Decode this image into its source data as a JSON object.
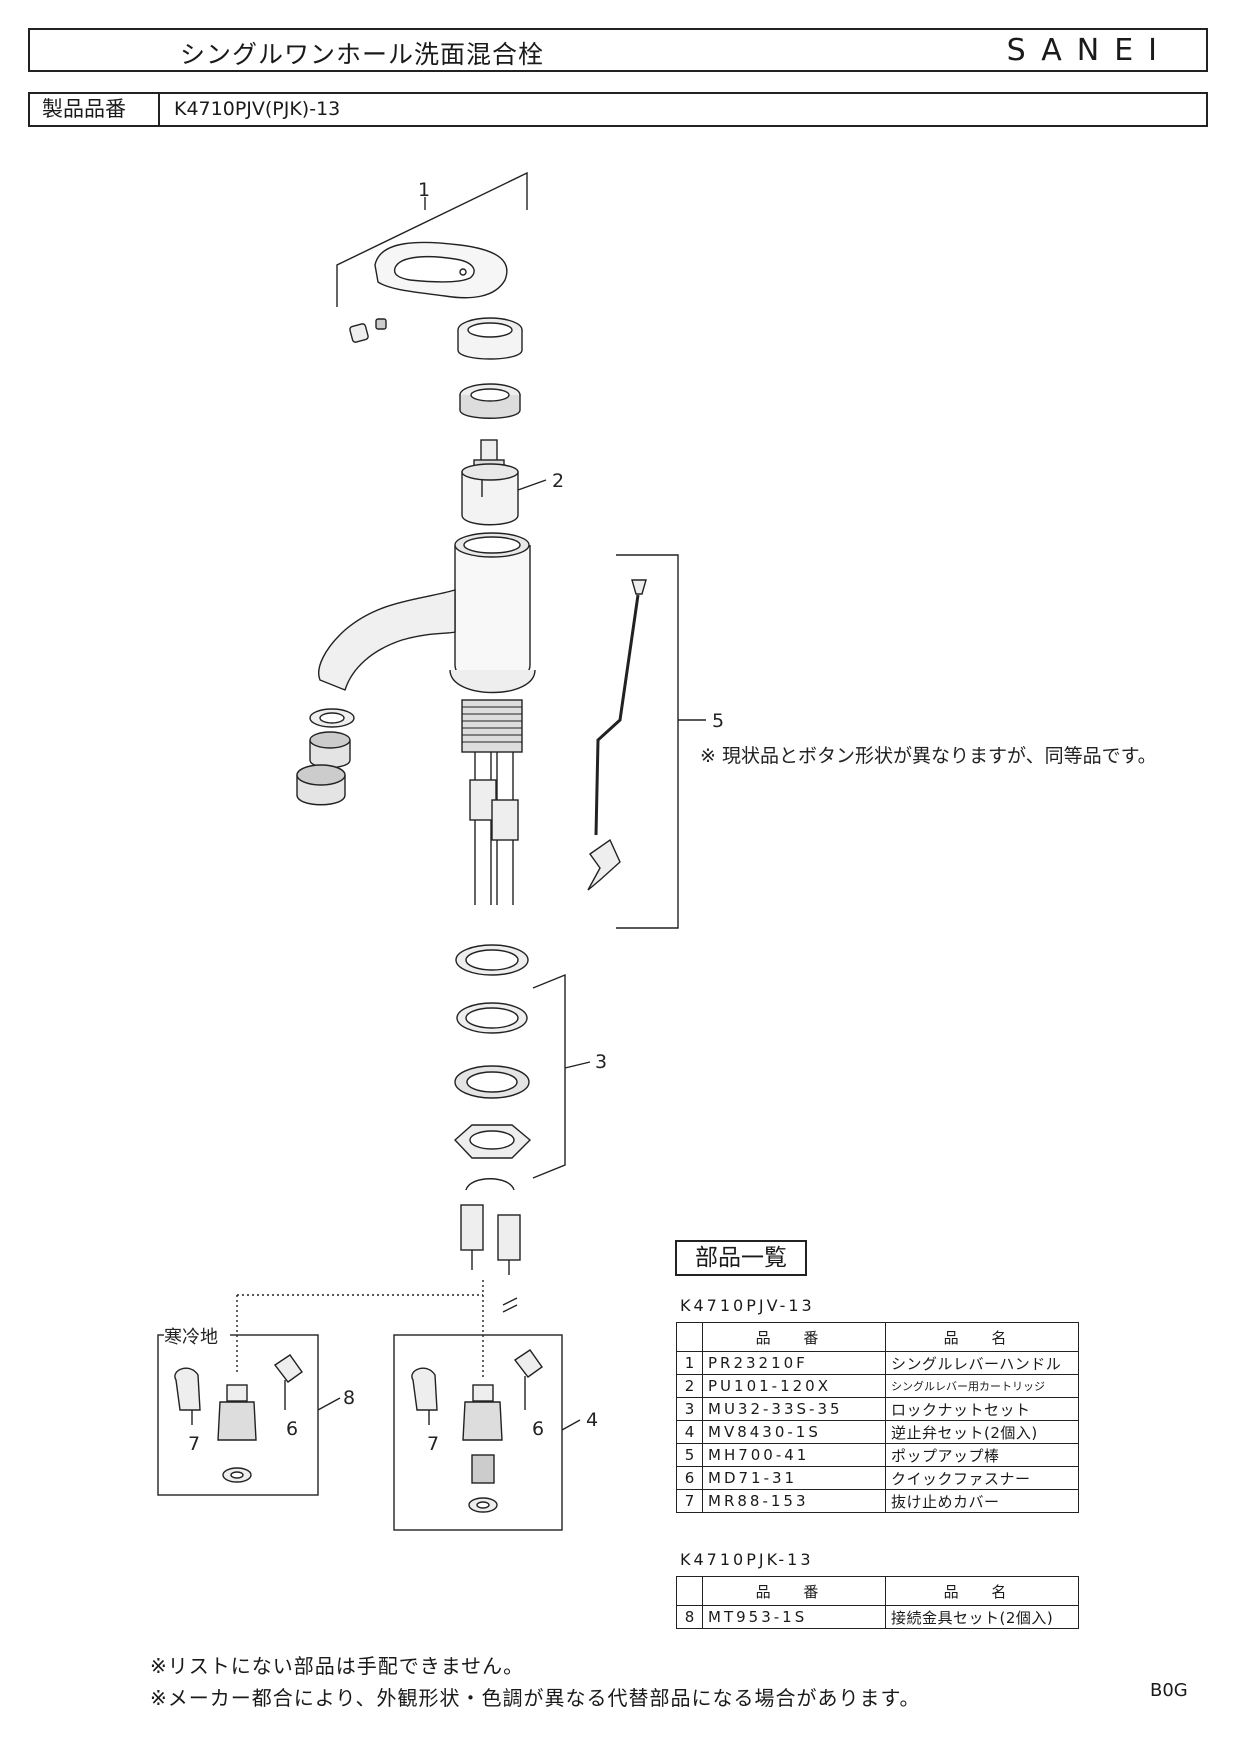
{
  "header": {
    "title": "シングルワンホール洗面混合栓",
    "brand": "SANEI",
    "product_number_label": "製品品番",
    "product_number": "K4710PJV(PJK)-13"
  },
  "diagram": {
    "callouts": [
      "1",
      "2",
      "3",
      "4",
      "5",
      "6",
      "7",
      "8",
      "6",
      "7"
    ],
    "cold_region_label": "寒冷地",
    "note_5": "※ 現状品とボタン形状が異なりますが、同等品です。"
  },
  "parts_list": {
    "heading": "部品一覧",
    "table1": {
      "model": "K4710PJV-13",
      "col_code": "品 番",
      "col_name": "品 名",
      "rows": [
        {
          "no": "1",
          "code": "PR23210F",
          "name": "シングルレバーハンドル"
        },
        {
          "no": "2",
          "code": "PU101-120X",
          "name": "シングルレバー用カートリッジ"
        },
        {
          "no": "3",
          "code": "MU32-33S-35",
          "name": "ロックナットセット"
        },
        {
          "no": "4",
          "code": "MV8430-1S",
          "name": "逆止弁セット(2個入)"
        },
        {
          "no": "5",
          "code": "MH700-41",
          "name": "ポップアップ棒"
        },
        {
          "no": "6",
          "code": "MD71-31",
          "name": "クイックファスナー"
        },
        {
          "no": "7",
          "code": "MR88-153",
          "name": "抜け止めカバー"
        }
      ]
    },
    "table2": {
      "model": "K4710PJK-13",
      "col_code": "品 番",
      "col_name": "品 名",
      "rows": [
        {
          "no": "8",
          "code": "MT953-1S",
          "name": "接続金具セット(2個入)"
        }
      ]
    }
  },
  "footer": {
    "note1": "※リストにない部品は手配できません。",
    "note2": "※メーカー都合により、外観形状・色調が異なる代替部品になる場合があります。",
    "code": "B0G"
  }
}
